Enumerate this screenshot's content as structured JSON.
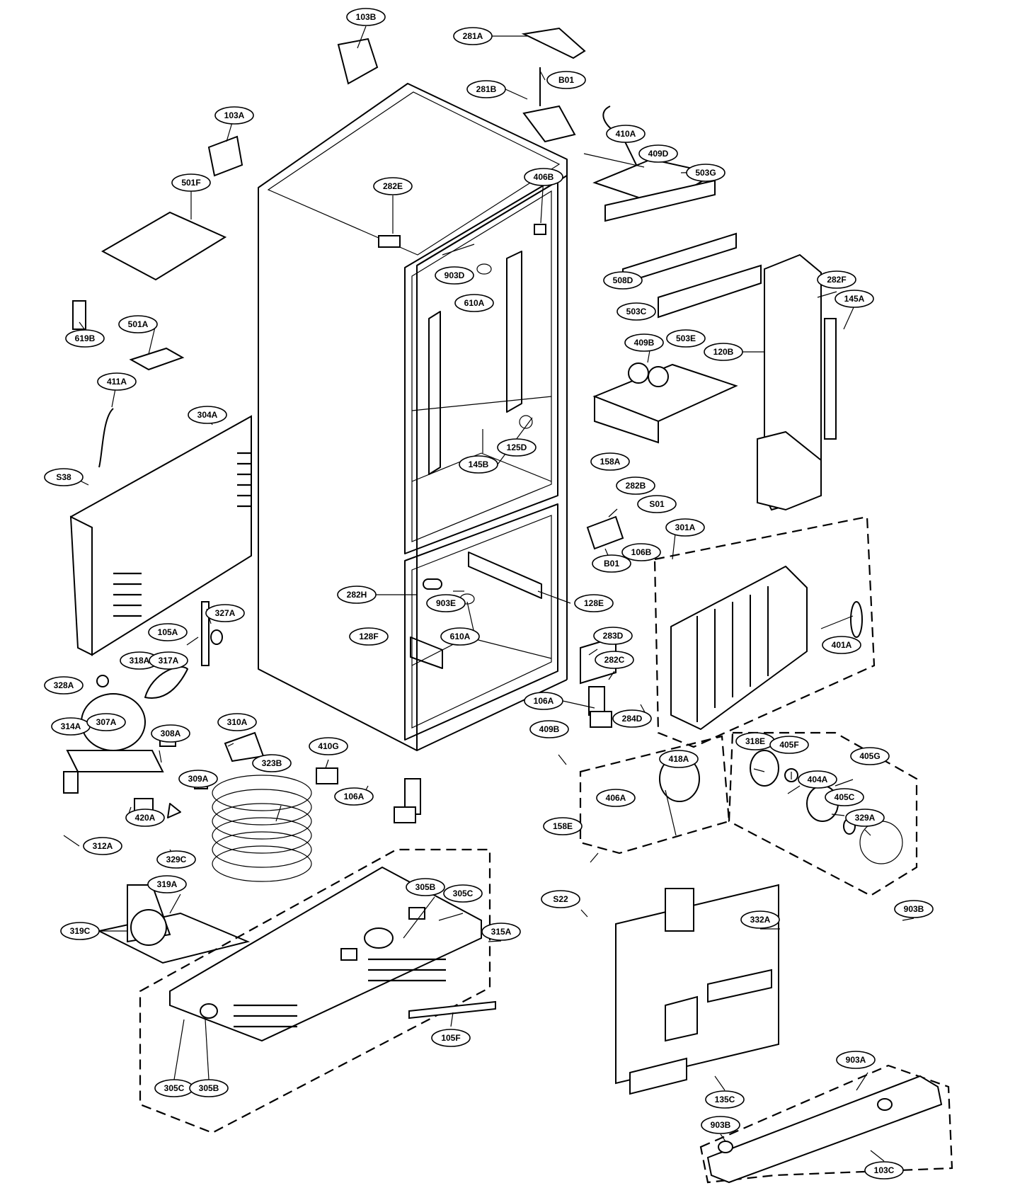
{
  "labels": [
    {
      "id": "l_103B",
      "text": "103B"
    },
    {
      "id": "l_281A",
      "text": "281A"
    },
    {
      "id": "l_B01a",
      "text": "B01"
    },
    {
      "id": "l_281B",
      "text": "281B"
    },
    {
      "id": "l_410A",
      "text": "410A"
    },
    {
      "id": "l_103A",
      "text": "103A"
    },
    {
      "id": "l_409D",
      "text": "409D"
    },
    {
      "id": "l_406B",
      "text": "406B"
    },
    {
      "id": "l_503G",
      "text": "503G"
    },
    {
      "id": "l_501F",
      "text": "501F"
    },
    {
      "id": "l_282E",
      "text": "282E"
    },
    {
      "id": "l_903D",
      "text": "903D"
    },
    {
      "id": "l_508D",
      "text": "508D"
    },
    {
      "id": "l_610Aa",
      "text": "610A"
    },
    {
      "id": "l_282F",
      "text": "282F"
    },
    {
      "id": "l_503C",
      "text": "503C"
    },
    {
      "id": "l_145A",
      "text": "145A"
    },
    {
      "id": "l_619B",
      "text": "619B"
    },
    {
      "id": "l_501A",
      "text": "501A"
    },
    {
      "id": "l_503E",
      "text": "503E"
    },
    {
      "id": "l_409Ba",
      "text": "409B"
    },
    {
      "id": "l_120B",
      "text": "120B"
    },
    {
      "id": "l_411A",
      "text": "411A"
    },
    {
      "id": "l_304A",
      "text": "304A"
    },
    {
      "id": "l_125D",
      "text": "125D"
    },
    {
      "id": "l_158A",
      "text": "158A"
    },
    {
      "id": "l_S38",
      "text": "S38"
    },
    {
      "id": "l_145B",
      "text": "145B"
    },
    {
      "id": "l_282B",
      "text": "282B"
    },
    {
      "id": "l_S01",
      "text": "S01"
    },
    {
      "id": "l_301A",
      "text": "301A"
    },
    {
      "id": "l_B01b",
      "text": "B01"
    },
    {
      "id": "l_106B",
      "text": "106B"
    },
    {
      "id": "l_282H",
      "text": "282H"
    },
    {
      "id": "l_128E",
      "text": "128E"
    },
    {
      "id": "l_327A",
      "text": "327A"
    },
    {
      "id": "l_903E",
      "text": "903E"
    },
    {
      "id": "l_105A",
      "text": "105A"
    },
    {
      "id": "l_128F",
      "text": "128F"
    },
    {
      "id": "l_610Ab",
      "text": "610A"
    },
    {
      "id": "l_283D",
      "text": "283D"
    },
    {
      "id": "l_401A",
      "text": "401A"
    },
    {
      "id": "l_318A",
      "text": "318A"
    },
    {
      "id": "l_317A",
      "text": "317A"
    },
    {
      "id": "l_282C",
      "text": "282C"
    },
    {
      "id": "l_328A",
      "text": "328A"
    },
    {
      "id": "l_106Aa",
      "text": "106A"
    },
    {
      "id": "l_284D",
      "text": "284D"
    },
    {
      "id": "l_310A",
      "text": "310A"
    },
    {
      "id": "l_314A",
      "text": "314A"
    },
    {
      "id": "l_307A",
      "text": "307A"
    },
    {
      "id": "l_308A",
      "text": "308A"
    },
    {
      "id": "l_410G",
      "text": "410G"
    },
    {
      "id": "l_409Bb",
      "text": "409B"
    },
    {
      "id": "l_318E",
      "text": "318E"
    },
    {
      "id": "l_405F",
      "text": "405F"
    },
    {
      "id": "l_405G",
      "text": "405G"
    },
    {
      "id": "l_418A",
      "text": "418A"
    },
    {
      "id": "l_323B",
      "text": "323B"
    },
    {
      "id": "l_309A",
      "text": "309A"
    },
    {
      "id": "l_106Ab",
      "text": "106A"
    },
    {
      "id": "l_404A",
      "text": "404A"
    },
    {
      "id": "l_420A",
      "text": "420A"
    },
    {
      "id": "l_158E",
      "text": "158E"
    },
    {
      "id": "l_405C",
      "text": "405C"
    },
    {
      "id": "l_329A",
      "text": "329A"
    },
    {
      "id": "l_312A",
      "text": "312A"
    },
    {
      "id": "l_406A",
      "text": "406A"
    },
    {
      "id": "l_329C",
      "text": "329C"
    },
    {
      "id": "l_305B",
      "text": "305B"
    },
    {
      "id": "l_319A",
      "text": "319A"
    },
    {
      "id": "l_305Ca",
      "text": "305C"
    },
    {
      "id": "l_S22",
      "text": "S22"
    },
    {
      "id": "l_903Ba",
      "text": "903B"
    },
    {
      "id": "l_319C",
      "text": "319C"
    },
    {
      "id": "l_315A",
      "text": "315A"
    },
    {
      "id": "l_332A",
      "text": "332A"
    },
    {
      "id": "l_105F",
      "text": "105F"
    },
    {
      "id": "l_903A",
      "text": "903A"
    },
    {
      "id": "l_305Cb",
      "text": "305C"
    },
    {
      "id": "l_305Bb",
      "text": "305B"
    },
    {
      "id": "l_135C",
      "text": "135C"
    },
    {
      "id": "l_903Bb",
      "text": "903B"
    },
    {
      "id": "l_103C",
      "text": "103C"
    }
  ]
}
